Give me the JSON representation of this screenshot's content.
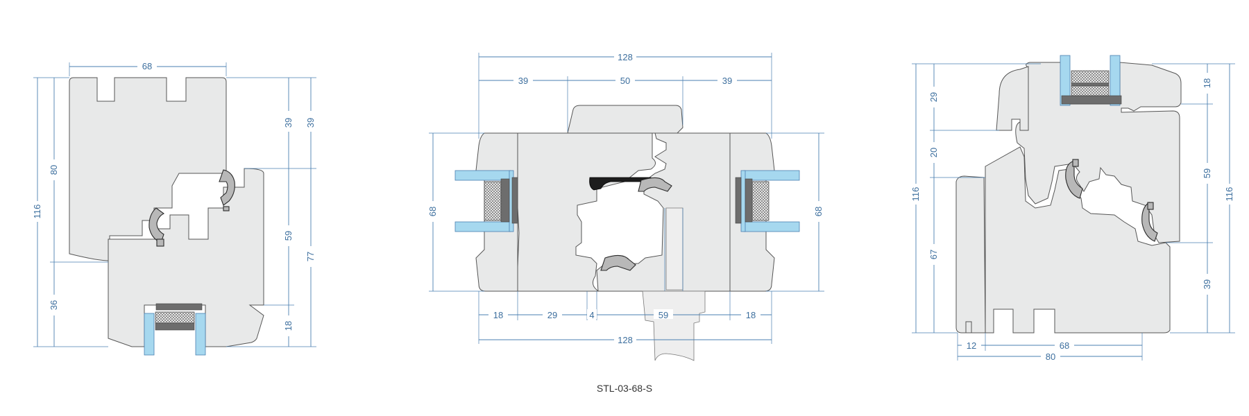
{
  "drawing_code": "STL-03-68-S",
  "colors": {
    "dimension_line": "#4a7fb0",
    "glass": "#a6d8ef",
    "profile": "#e8e9e9",
    "spacer": "#6d6d6d"
  },
  "left_section": {
    "dims": {
      "top_width": "68",
      "total_height": "116",
      "upper_height": "80",
      "lower_height": "36",
      "right_upper": "39",
      "right_upper_outer": "39",
      "right_middle": "59",
      "right_lower": "18",
      "right_outer_lower": "77"
    }
  },
  "middle_section": {
    "dims": {
      "top_total": "128",
      "top_left": "39",
      "top_middle": "50",
      "top_right": "39",
      "left_height": "68",
      "right_height": "68",
      "bottom_a": "18",
      "bottom_b": "29",
      "bottom_c": "4",
      "bottom_d": "59",
      "bottom_e": "18",
      "bottom_total": "128"
    }
  },
  "right_section": {
    "dims": {
      "left_total": "116",
      "left_upper": "29",
      "left_middle": "20",
      "left_lower": "67",
      "right_top": "18",
      "right_middle": "59",
      "right_lower": "39",
      "right_total": "116",
      "bottom_small": "12",
      "bottom_mid": "68",
      "bottom_total": "80"
    }
  }
}
